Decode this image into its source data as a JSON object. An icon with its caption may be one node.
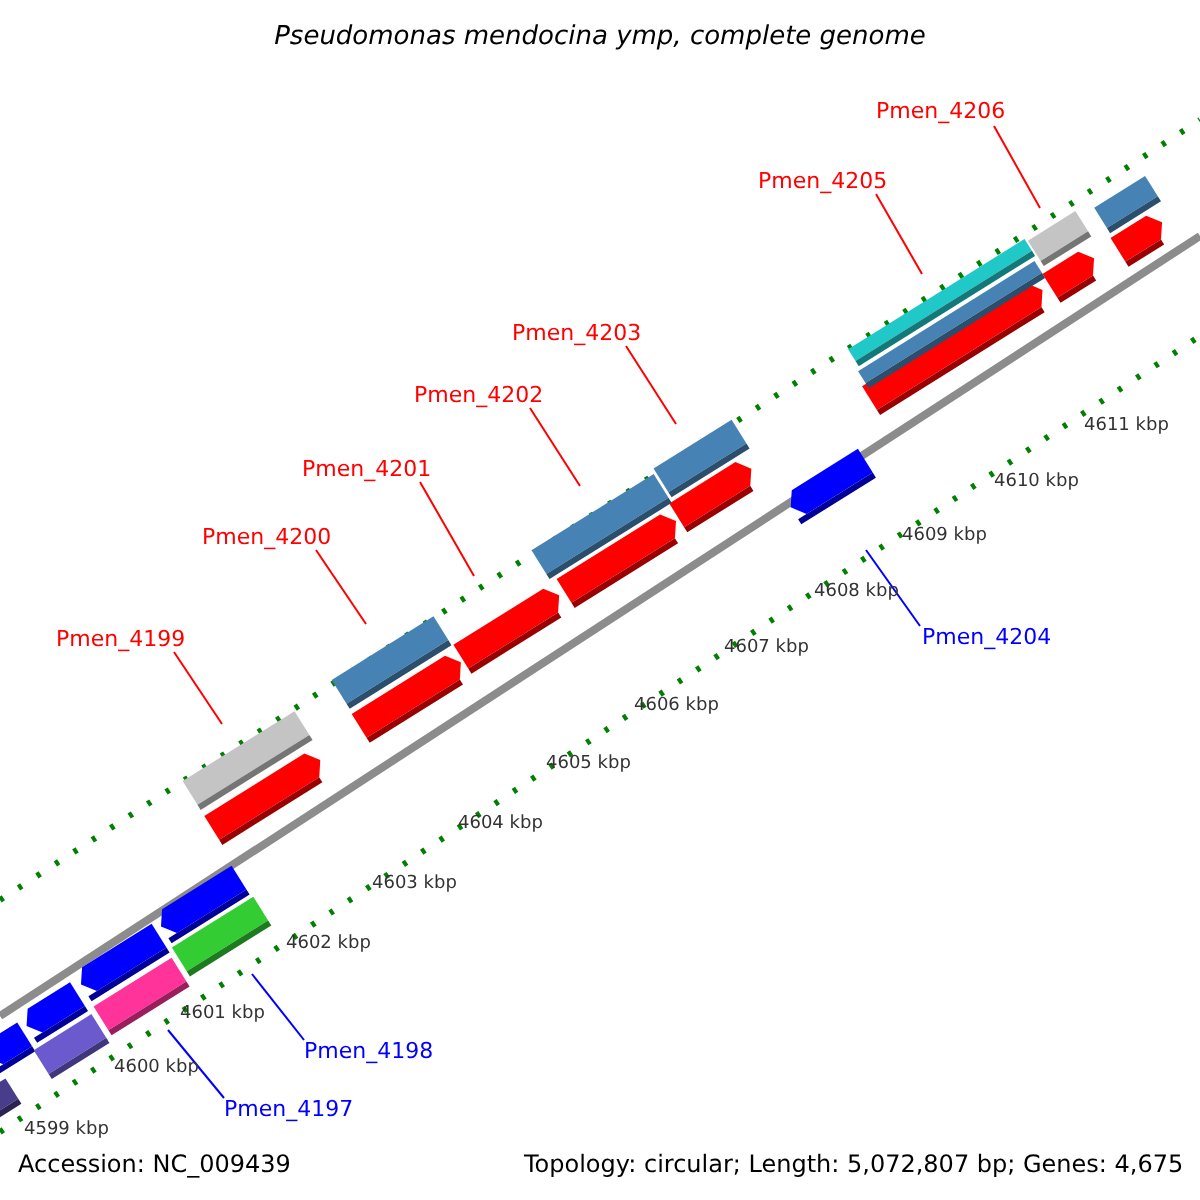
{
  "diagram": {
    "title": "Pseudomonas mendocina ymp, complete genome",
    "nodes": [
      {
        "text": [
          "Pmen_4206"
        ]
      },
      {
        "text": [
          "Pmen_4205"
        ]
      },
      {
        "text": [
          "Pmen_4203"
        ]
      },
      {
        "text": [
          "Pmen_4202"
        ]
      },
      {
        "text": [
          "Pmen_4201"
        ]
      },
      {
        "text": [
          "Pmen_4200"
        ]
      },
      {
        "text": [
          "Pmen_4204"
        ]
      },
      {
        "text": [
          "Pmen_4199"
        ]
      },
      {
        "text": [
          "Pmen_4198"
        ]
      },
      {
        "text": [
          "Pmen_4197"
        ]
      },
      {
        "text": [],
        "shape": "bar"
      },
      {
        "text": [],
        "shape": "bar"
      },
      {
        "text": [],
        "shape": "bar"
      },
      {
        "text": [],
        "shape": "bar"
      },
      {
        "text": [],
        "shape": "bar"
      },
      {
        "text": [],
        "shape": "bar"
      },
      {
        "text": [],
        "shape": "bar"
      },
      {
        "text": [],
        "shape": "bar"
      },
      {
        "text": [],
        "shape": "bar"
      },
      {
        "text": [],
        "shape": "bar"
      }
    ],
    "edges": [
      {
        "from": 0,
        "to": 10,
        "arrow": "none"
      },
      {
        "from": 1,
        "to": 11,
        "arrow": "none"
      },
      {
        "from": 2,
        "to": 12,
        "arrow": "none"
      },
      {
        "from": 3,
        "to": 13,
        "arrow": "none"
      },
      {
        "from": 4,
        "to": 14,
        "arrow": "none"
      },
      {
        "from": 5,
        "to": 15,
        "arrow": "none"
      },
      {
        "from": 6,
        "to": 16,
        "arrow": "none",
        "color": "#0000ff"
      },
      {
        "from": 7,
        "to": 17,
        "arrow": "none"
      },
      {
        "from": 8,
        "to": 18,
        "arrow": "none",
        "color": "#0000ff"
      },
      {
        "from": 9,
        "to": 19,
        "arrow": "none",
        "color": "#0000ff"
      }
    ],
    "labels": [
      "4611 kbp",
      "4610 kbp",
      "4609 kbp",
      "4608 kbp",
      "4607 kbp",
      "4606 kbp",
      "4605 kbp",
      "4604 kbp",
      "4603 kbp",
      "4602 kbp",
      "4601 kbp",
      "4600 kbp",
      "4599 kbp",
      "Accession: NC_009439",
      "Topology: circular; Length: 5,072,807 bp; Genes: 4,675"
    ]
  }
}
